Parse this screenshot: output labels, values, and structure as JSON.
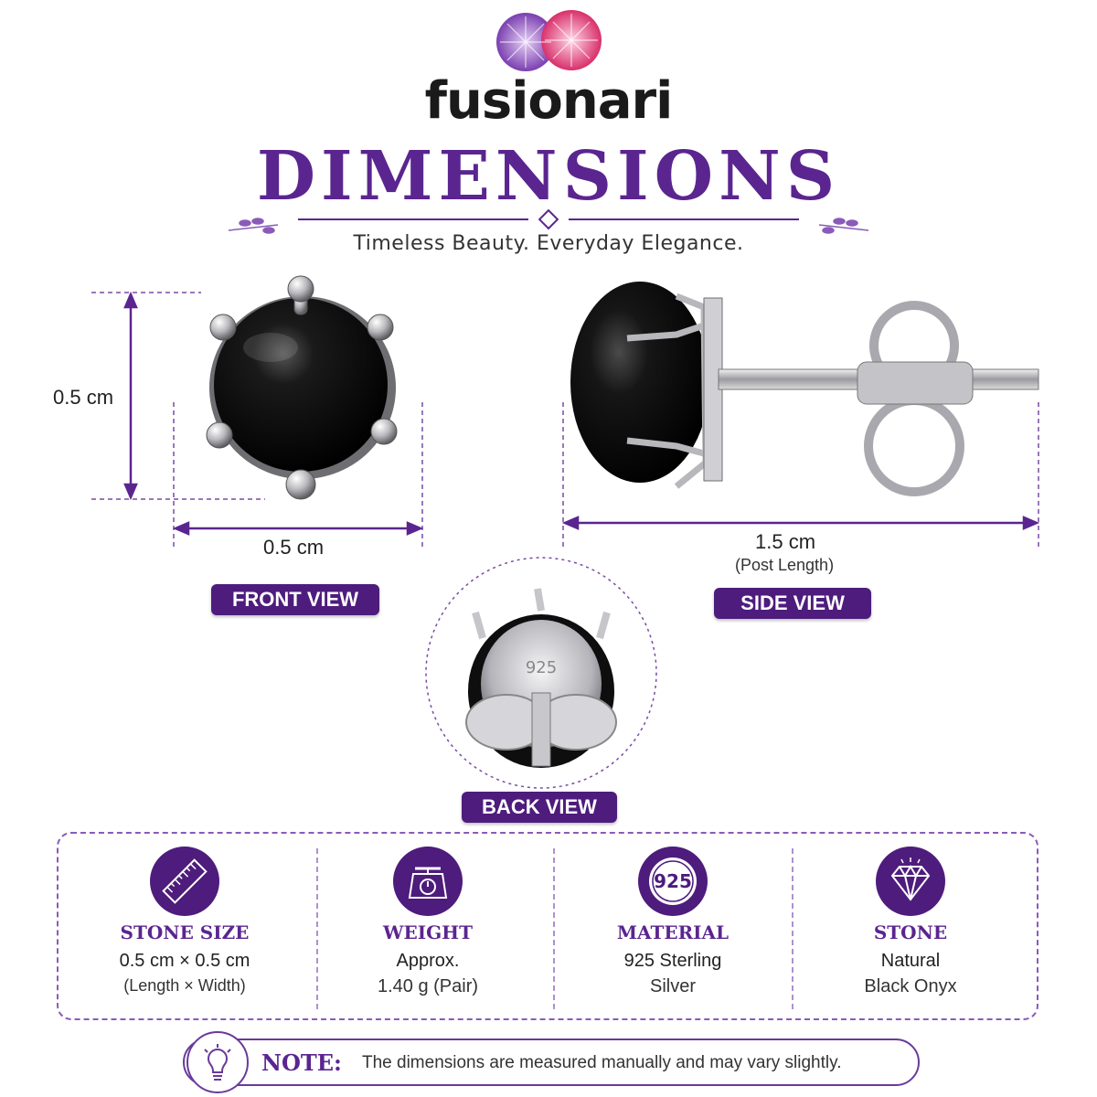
{
  "header": {
    "brand": "fusionari",
    "title": "DIMENSIONS",
    "tagline": "Timeless Beauty. Everyday Elegance."
  },
  "front_view": {
    "height_label": "0.5 cm",
    "width_label": "0.5 cm",
    "badge": "FRONT VIEW"
  },
  "side_view": {
    "length_label": "1.5 cm",
    "length_note": "(Post Length)",
    "badge": "SIDE VIEW"
  },
  "back_view": {
    "stamp": "925",
    "badge": "BACK VIEW"
  },
  "specs": [
    {
      "icon": "ruler-icon",
      "title": "STONE SIZE",
      "line1": "0.5 cm × 0.5 cm",
      "line2": "(Length × Width)"
    },
    {
      "icon": "scale-icon",
      "title": "WEIGHT",
      "line1": "Approx.",
      "line2": "1.40 g (Pair)"
    },
    {
      "icon": "925-badge-icon",
      "badge_text": "925",
      "title": "MATERIAL",
      "line1": "925 Sterling",
      "line2": "Silver"
    },
    {
      "icon": "diamond-icon",
      "title": "STONE",
      "line1": "Natural",
      "line2": "Black Onyx"
    }
  ],
  "note": {
    "label": "NOTE:",
    "text": "The dimensions are measured manually and may vary slightly."
  },
  "colors": {
    "purple": "#5b2590",
    "badge_purple": "#4e1c7c",
    "onyx": "#0a0a0a",
    "silver": "#c8c8cc"
  }
}
